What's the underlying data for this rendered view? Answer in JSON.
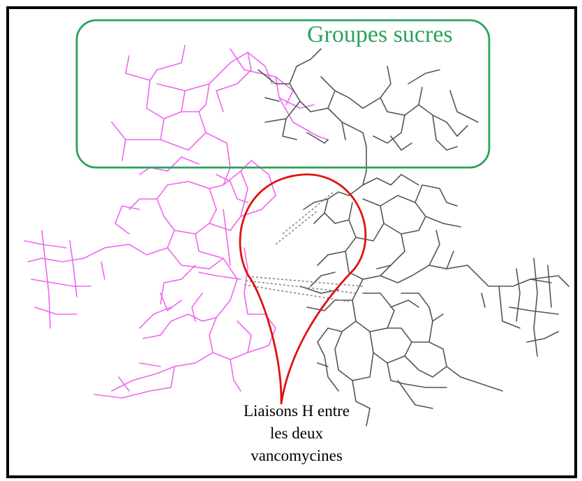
{
  "labels": {
    "sugar_groups": "Groupes sucres",
    "hbond_line1": "Liaisons H entre",
    "hbond_line2": "les deux",
    "hbond_line3": "vancomycines"
  },
  "colors": {
    "frame": "#000000",
    "sugar_box": "#2aa35a",
    "sugar_label": "#2aa35a",
    "molecule_left": "#ee66ee",
    "molecule_right": "#555555",
    "hbond_dashes": "#888888",
    "callout": "#e01010"
  }
}
